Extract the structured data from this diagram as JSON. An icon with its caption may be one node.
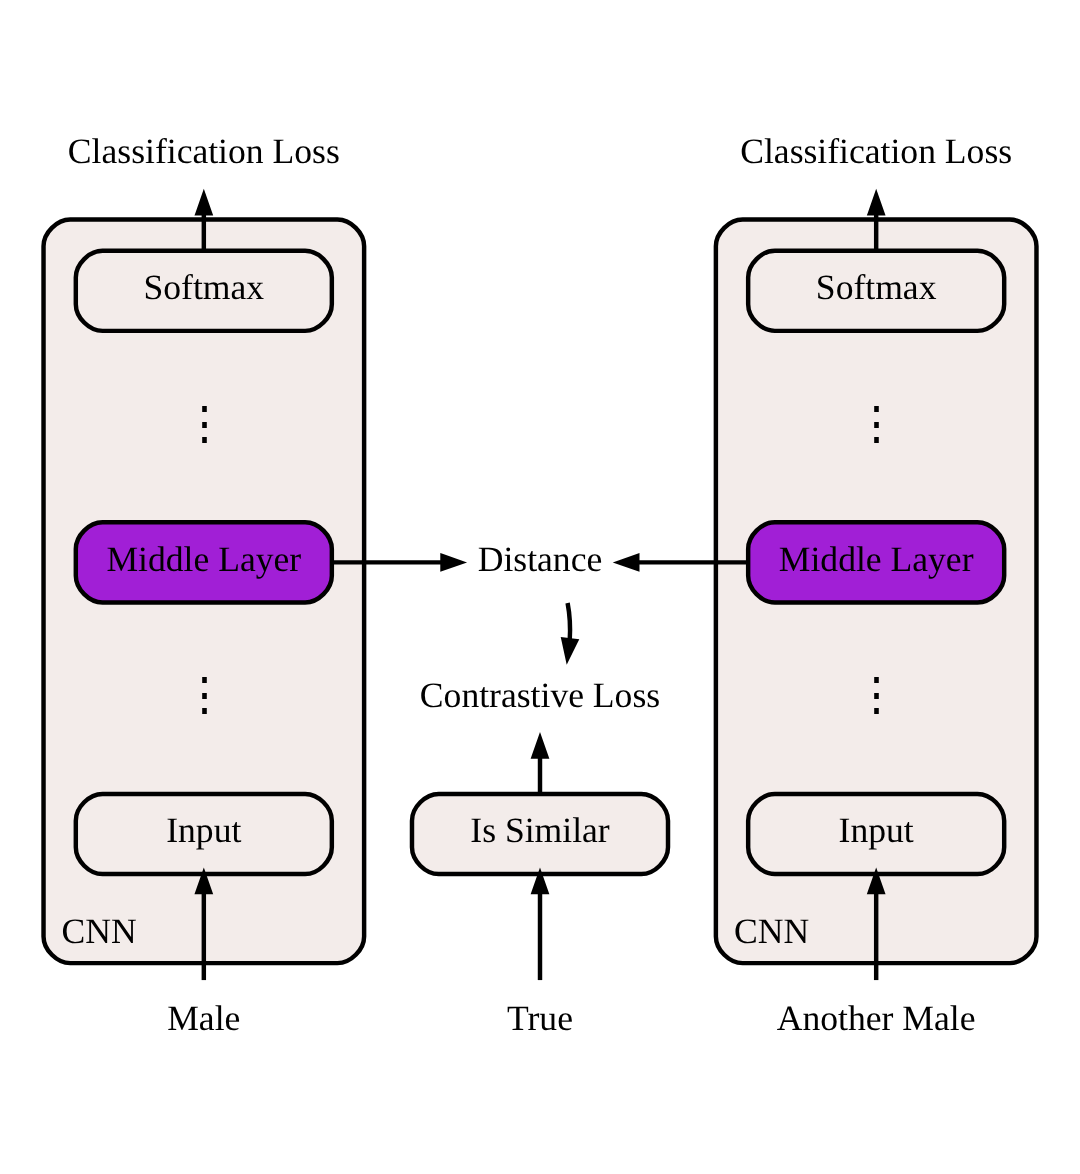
{
  "diagram": {
    "nodes": [
      {
        "text": [
          "CNN"
        ]
      },
      {
        "text": [
          "Softmax"
        ],
        "in": 0
      },
      {
        "text": [
          "Middle Layer"
        ],
        "in": 0
      },
      {
        "text": [
          "Input"
        ],
        "in": 0
      },
      {
        "text": [
          "Classification Loss"
        ]
      },
      {
        "text": [
          "Male"
        ]
      },
      {
        "text": [
          "Distance"
        ]
      },
      {
        "text": [
          "Contrastive Loss"
        ]
      },
      {
        "text": [
          "Is Similar"
        ]
      },
      {
        "text": [
          "True"
        ]
      },
      {
        "text": [
          "CNN"
        ]
      },
      {
        "text": [
          "Softmax"
        ],
        "in": 10
      },
      {
        "text": [
          "Middle Layer"
        ],
        "in": 10
      },
      {
        "text": [
          "Input"
        ],
        "in": 10
      },
      {
        "text": [
          "Classification Loss"
        ]
      },
      {
        "text": [
          "Another Male"
        ]
      }
    ],
    "edges": [
      {
        "from": 1,
        "to": 4,
        "arrow": "to"
      },
      {
        "from": 5,
        "to": 3,
        "arrow": "to"
      },
      {
        "from": 2,
        "to": 6,
        "arrow": "to"
      },
      {
        "from": 12,
        "to": 6,
        "arrow": "to"
      },
      {
        "from": 6,
        "to": 7,
        "arrow": "to"
      },
      {
        "from": 8,
        "to": 7,
        "arrow": "to"
      },
      {
        "from": 9,
        "to": 8,
        "arrow": "to"
      },
      {
        "from": 11,
        "to": 14,
        "arrow": "to"
      },
      {
        "from": 15,
        "to": 13,
        "arrow": "to"
      }
    ],
    "labels": [
      "⋮",
      "⋮",
      "⋮",
      "⋮"
    ]
  }
}
